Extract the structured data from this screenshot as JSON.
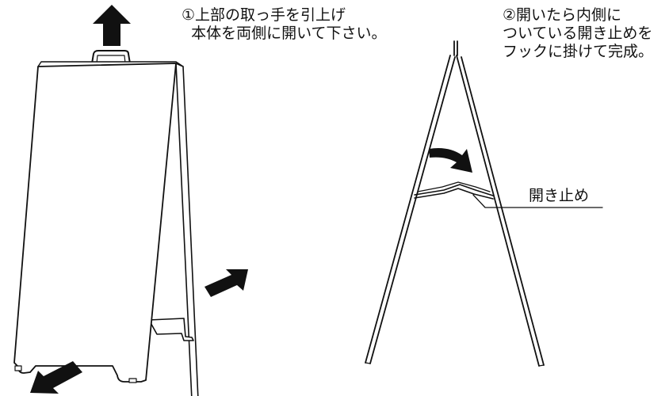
{
  "step1": {
    "line1": "①上部の取っ手を引上げ",
    "line2": "  本体を両側に開いて下さい。"
  },
  "step2": {
    "line1": "②開いたら内側に",
    "line2": "ついている開き止めを",
    "line3": "フックに掛けて完成。"
  },
  "callout": {
    "label": "開き止め"
  },
  "colors": {
    "ink": "#111111",
    "background": "#ffffff"
  }
}
